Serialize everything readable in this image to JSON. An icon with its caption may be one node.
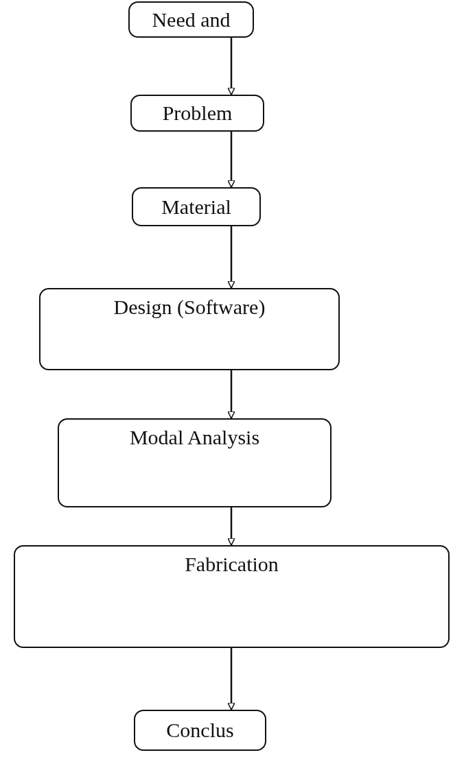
{
  "diagram": {
    "nodes": [
      {
        "text": [
          "Need and"
        ]
      },
      {
        "text": [
          "Problem"
        ]
      },
      {
        "text": [
          "Material"
        ]
      },
      {
        "text": [
          "Design (Software)"
        ]
      },
      {
        "text": [
          "Modal Analysis"
        ]
      },
      {
        "text": [
          "Fabrication"
        ]
      },
      {
        "text": [
          "Conclus"
        ]
      }
    ],
    "edges": [
      {
        "from": 0,
        "to": 1,
        "arrow": "to"
      },
      {
        "from": 1,
        "to": 2,
        "arrow": "to"
      },
      {
        "from": 2,
        "to": 3,
        "arrow": "to"
      },
      {
        "from": 3,
        "to": 4,
        "arrow": "to"
      },
      {
        "from": 4,
        "to": 5,
        "arrow": "to"
      },
      {
        "from": 5,
        "to": 6,
        "arrow": "to"
      }
    ]
  }
}
